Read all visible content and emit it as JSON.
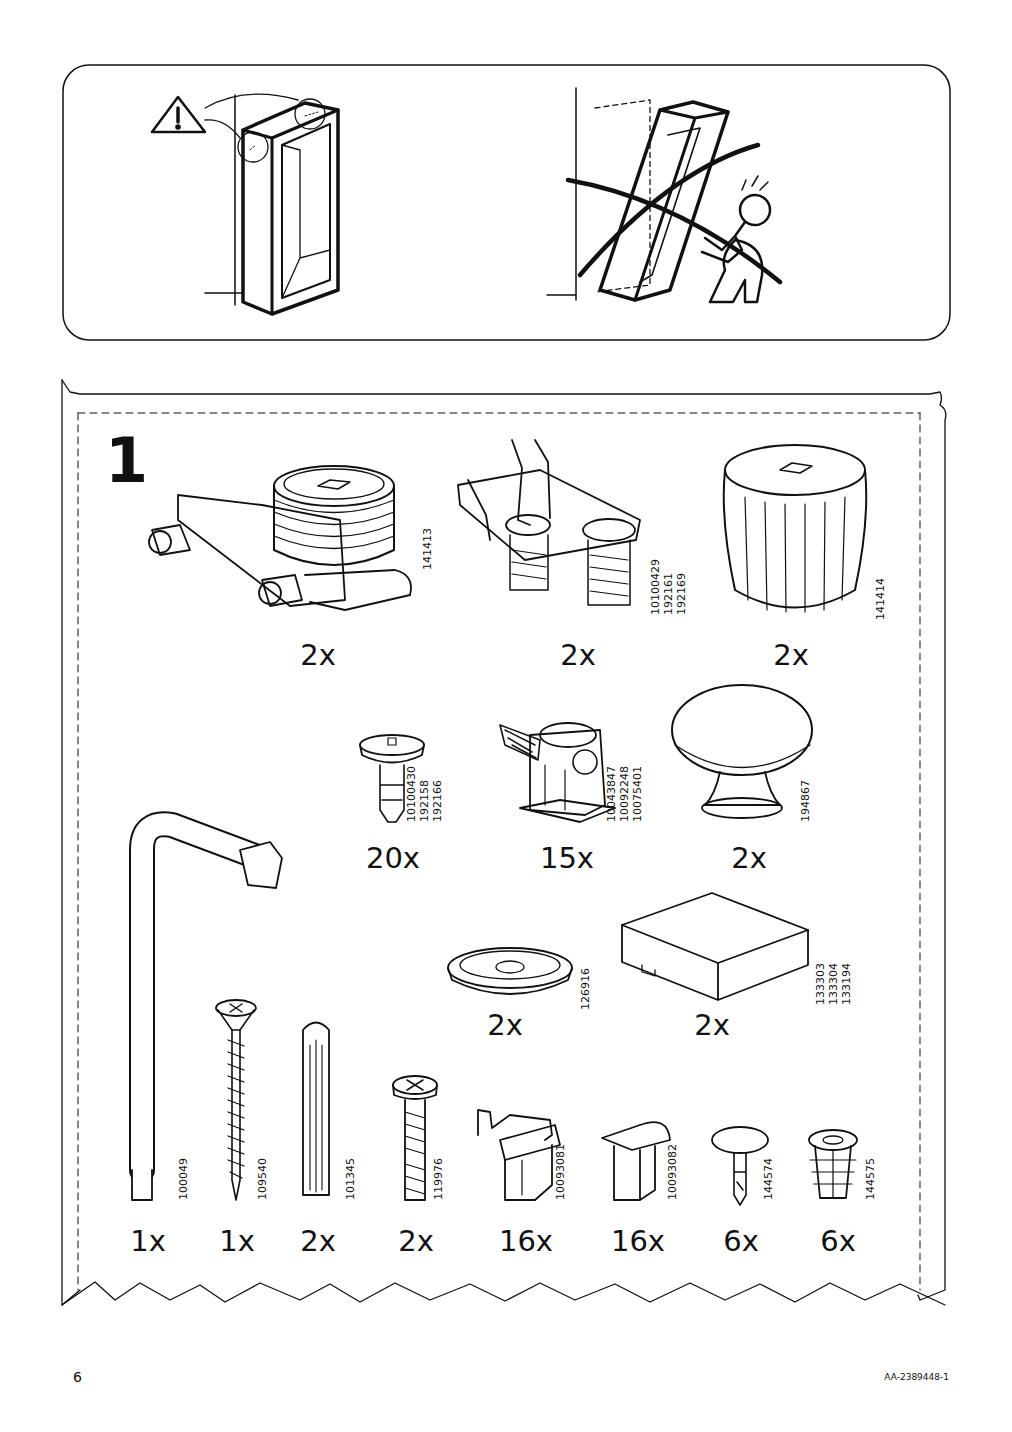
{
  "diagram": {
    "labels": [
      "1",
      "141413",
      "2x",
      "10100429",
      "192161",
      "192169",
      "2x",
      "141414",
      "2x",
      "10100430",
      "192158",
      "192166",
      "20x",
      "10043847",
      "10092248",
      "10075401",
      "15x",
      "194867",
      "2x",
      "126916",
      "2x",
      "133303",
      "133304",
      "133194",
      "2x",
      "100049",
      "1x",
      "109540",
      "1x",
      "101345",
      "2x",
      "119976",
      "2x",
      "10093081",
      "16x",
      "10093082",
      "16x",
      "144574",
      "6x",
      "144575",
      "6x",
      "6",
      "AA-2389448-1"
    ]
  }
}
